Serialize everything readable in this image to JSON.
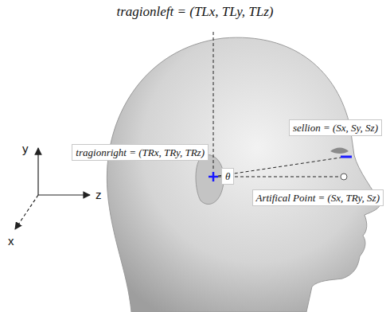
{
  "diagram": {
    "nodes": [
      {
        "text": [
          "tragionleft = (TLx, TLy, TLz)"
        ]
      },
      {
        "text": [
          "sellion = (Sx, Sy, Sz)"
        ]
      },
      {
        "text": [
          "tragionright = (TRx, TRy, TRz)"
        ]
      },
      {
        "text": [
          "θ"
        ]
      },
      {
        "text": [
          "Artifical Point = (Sx, TRy, Sz)"
        ]
      }
    ],
    "labels": [
      "y",
      "z",
      "x"
    ]
  }
}
